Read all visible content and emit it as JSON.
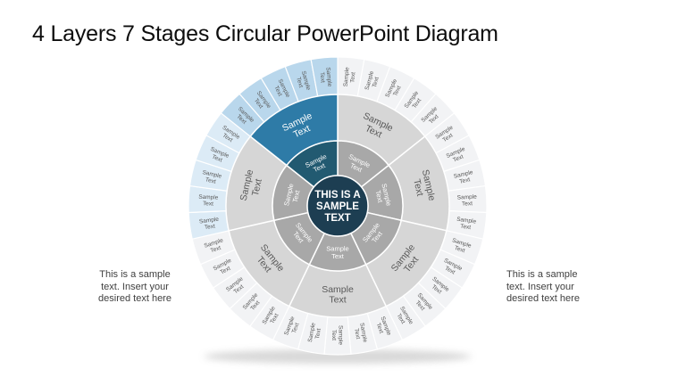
{
  "slide": {
    "title": "4 Layers 7 Stages Circular PowerPoint Diagram",
    "background": "#ffffff"
  },
  "captions": {
    "left": {
      "lines": [
        "This is a sample",
        "text. Insert your",
        "desired text here"
      ]
    },
    "right": {
      "lines": [
        "This is a sample",
        "text. Insert your",
        "desired text here"
      ]
    }
  },
  "diagram": {
    "type": "circular-layered-wheel",
    "layers": 4,
    "stages": 7,
    "outer_wedges_per_stage": 5,
    "center_lines": [
      "THIS IS A",
      "SAMPLE",
      "TEXT"
    ],
    "segment_label_lines": [
      "Sample",
      "Text"
    ],
    "highlighted_stage_index": 6,
    "tinted_stage_index": 5,
    "colors": {
      "hub": "#1d3e52",
      "ring1_base": "#a8a8a8",
      "ring1_highlight": "#225a71",
      "ring2_base": "#d6d6d6",
      "ring2_highlight": "#2e7ba7",
      "ring3_base": "#f2f3f5",
      "ring3_tinted": "#dcebf6",
      "ring3_highlight": "#b9d7ec",
      "label_dark": "#595959",
      "label_light": "#ffffff",
      "separator": "#ffffff",
      "shadow": "#9a9a9a"
    }
  }
}
